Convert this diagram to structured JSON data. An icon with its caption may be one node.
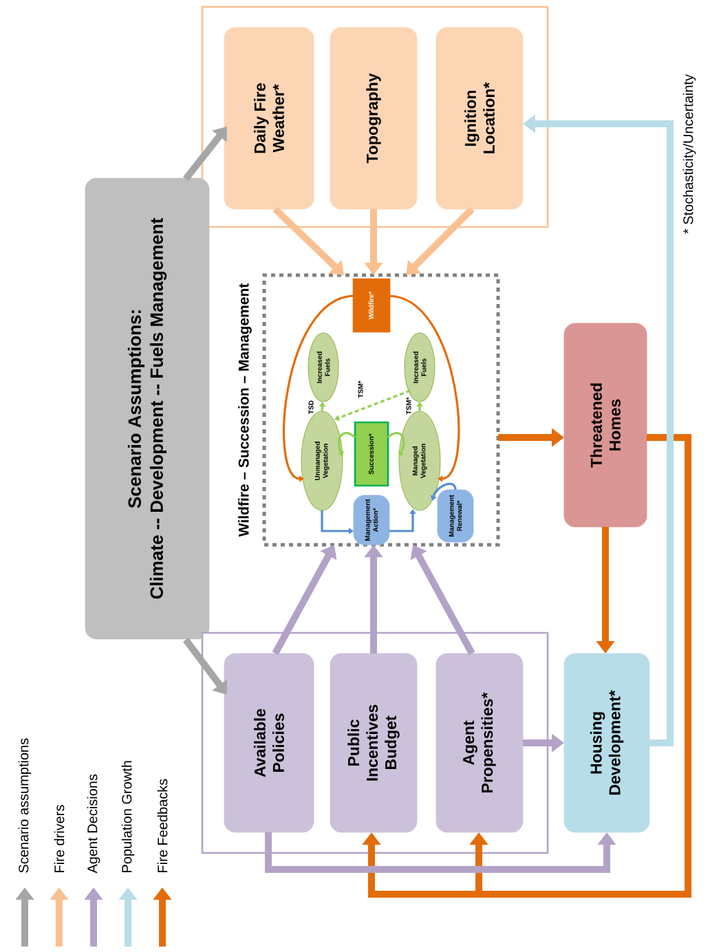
{
  "diagram": {
    "nodes": [
      {
        "text": [],
        "shape": "box"
      },
      {
        "text": [
          "Daily Fire Weather*"
        ],
        "in": 0
      },
      {
        "text": [
          "Topography"
        ],
        "in": 0
      },
      {
        "text": [
          "Ignition Location*"
        ],
        "in": 0
      },
      {
        "text": [
          "Scenario Assumptions:",
          "Climate -- Development -- Fuels Management"
        ]
      },
      {
        "text": [
          "Wildfire – Succession – Management"
        ]
      },
      {
        "text": [
          "Wildfire*"
        ],
        "in": 5
      },
      {
        "text": [
          "Increased Fuels"
        ],
        "in": 5
      },
      {
        "text": [
          "Increased Fuels"
        ],
        "in": 5
      },
      {
        "text": [
          "Unmanaged Vegetation"
        ],
        "in": 5
      },
      {
        "text": [
          "Succession*"
        ],
        "in": 5
      },
      {
        "text": [
          "Managed Vegetation"
        ],
        "in": 5
      },
      {
        "text": [
          "Management Action*"
        ],
        "in": 5
      },
      {
        "text": [
          "Management Renewal*"
        ],
        "in": 5
      },
      {
        "text": [
          "Threatened Homes"
        ]
      },
      {
        "text": [],
        "shape": "box"
      },
      {
        "text": [
          "Available Policies"
        ],
        "in": 15
      },
      {
        "text": [
          "Public Incentives Budget"
        ],
        "in": 15
      },
      {
        "text": [
          "Agent Propensities*"
        ],
        "in": 15
      },
      {
        "text": [
          "Housing Development*"
        ]
      }
    ],
    "edges": [
      {
        "from": 4,
        "to": 1,
        "arrow": "to",
        "color": "#a6a6a6"
      },
      {
        "from": 4,
        "to": 16,
        "arrow": "to",
        "color": "#a6a6a6"
      },
      {
        "from": 1,
        "to": 5,
        "arrow": "to",
        "color": "#fac090"
      },
      {
        "from": 2,
        "to": 5,
        "arrow": "to",
        "color": "#fac090"
      },
      {
        "from": 3,
        "to": 5,
        "arrow": "to",
        "color": "#fac090"
      },
      {
        "from": 16,
        "to": 5,
        "arrow": "to",
        "color": "#b3a2c7"
      },
      {
        "from": 17,
        "to": 5,
        "arrow": "to",
        "color": "#b3a2c7"
      },
      {
        "from": 18,
        "to": 5,
        "arrow": "to",
        "color": "#b3a2c7"
      },
      {
        "from": 5,
        "to": 14,
        "arrow": "to",
        "color": "#e36c09"
      },
      {
        "from": 14,
        "to": 19,
        "arrow": "to",
        "color": "#e36c09"
      },
      {
        "from": 14,
        "to": 17,
        "arrow": "to",
        "color": "#e36c09"
      },
      {
        "from": 14,
        "to": 18,
        "arrow": "to",
        "color": "#e36c09"
      },
      {
        "from": 18,
        "to": 19,
        "arrow": "to",
        "color": "#b3a2c7"
      },
      {
        "from": 16,
        "to": 19,
        "arrow": "to",
        "color": "#b3a2c7"
      },
      {
        "from": 19,
        "to": 3,
        "arrow": "to",
        "color": "#b7dde8"
      },
      {
        "from": 6,
        "to": 9,
        "arrow": "to",
        "color": "#e36c09"
      },
      {
        "from": 6,
        "to": 11,
        "arrow": "to",
        "color": "#e36c09"
      },
      {
        "from": 9,
        "to": 7,
        "arrow": "to",
        "label": "TSD",
        "color": "#92d050"
      },
      {
        "from": 11,
        "to": 8,
        "arrow": "to",
        "label": "TSM*",
        "color": "#92d050"
      },
      {
        "from": 8,
        "to": 9,
        "arrow": "to",
        "label": "TSM*",
        "style": "dashed",
        "color": "#92d050"
      },
      {
        "from": 10,
        "to": 9,
        "arrow": "to",
        "color": "#92d050"
      },
      {
        "from": 10,
        "to": 11,
        "arrow": "to",
        "color": "#92d050"
      },
      {
        "from": 9,
        "to": 12,
        "arrow": "to",
        "color": "#558ed5"
      },
      {
        "from": 12,
        "to": 11,
        "arrow": "to",
        "color": "#558ed5"
      },
      {
        "from": 13,
        "to": 11,
        "arrow": "to",
        "color": "#558ed5"
      }
    ],
    "labels": [
      "* Stochasticity/Uncertainty"
    ],
    "legend": [
      {
        "text": "Scenario assumptions"
      },
      {
        "text": "Fire drivers"
      },
      {
        "text": "Agent Decisions"
      },
      {
        "text": "Population Growth"
      },
      {
        "text": "Fire Feedbacks"
      }
    ]
  }
}
